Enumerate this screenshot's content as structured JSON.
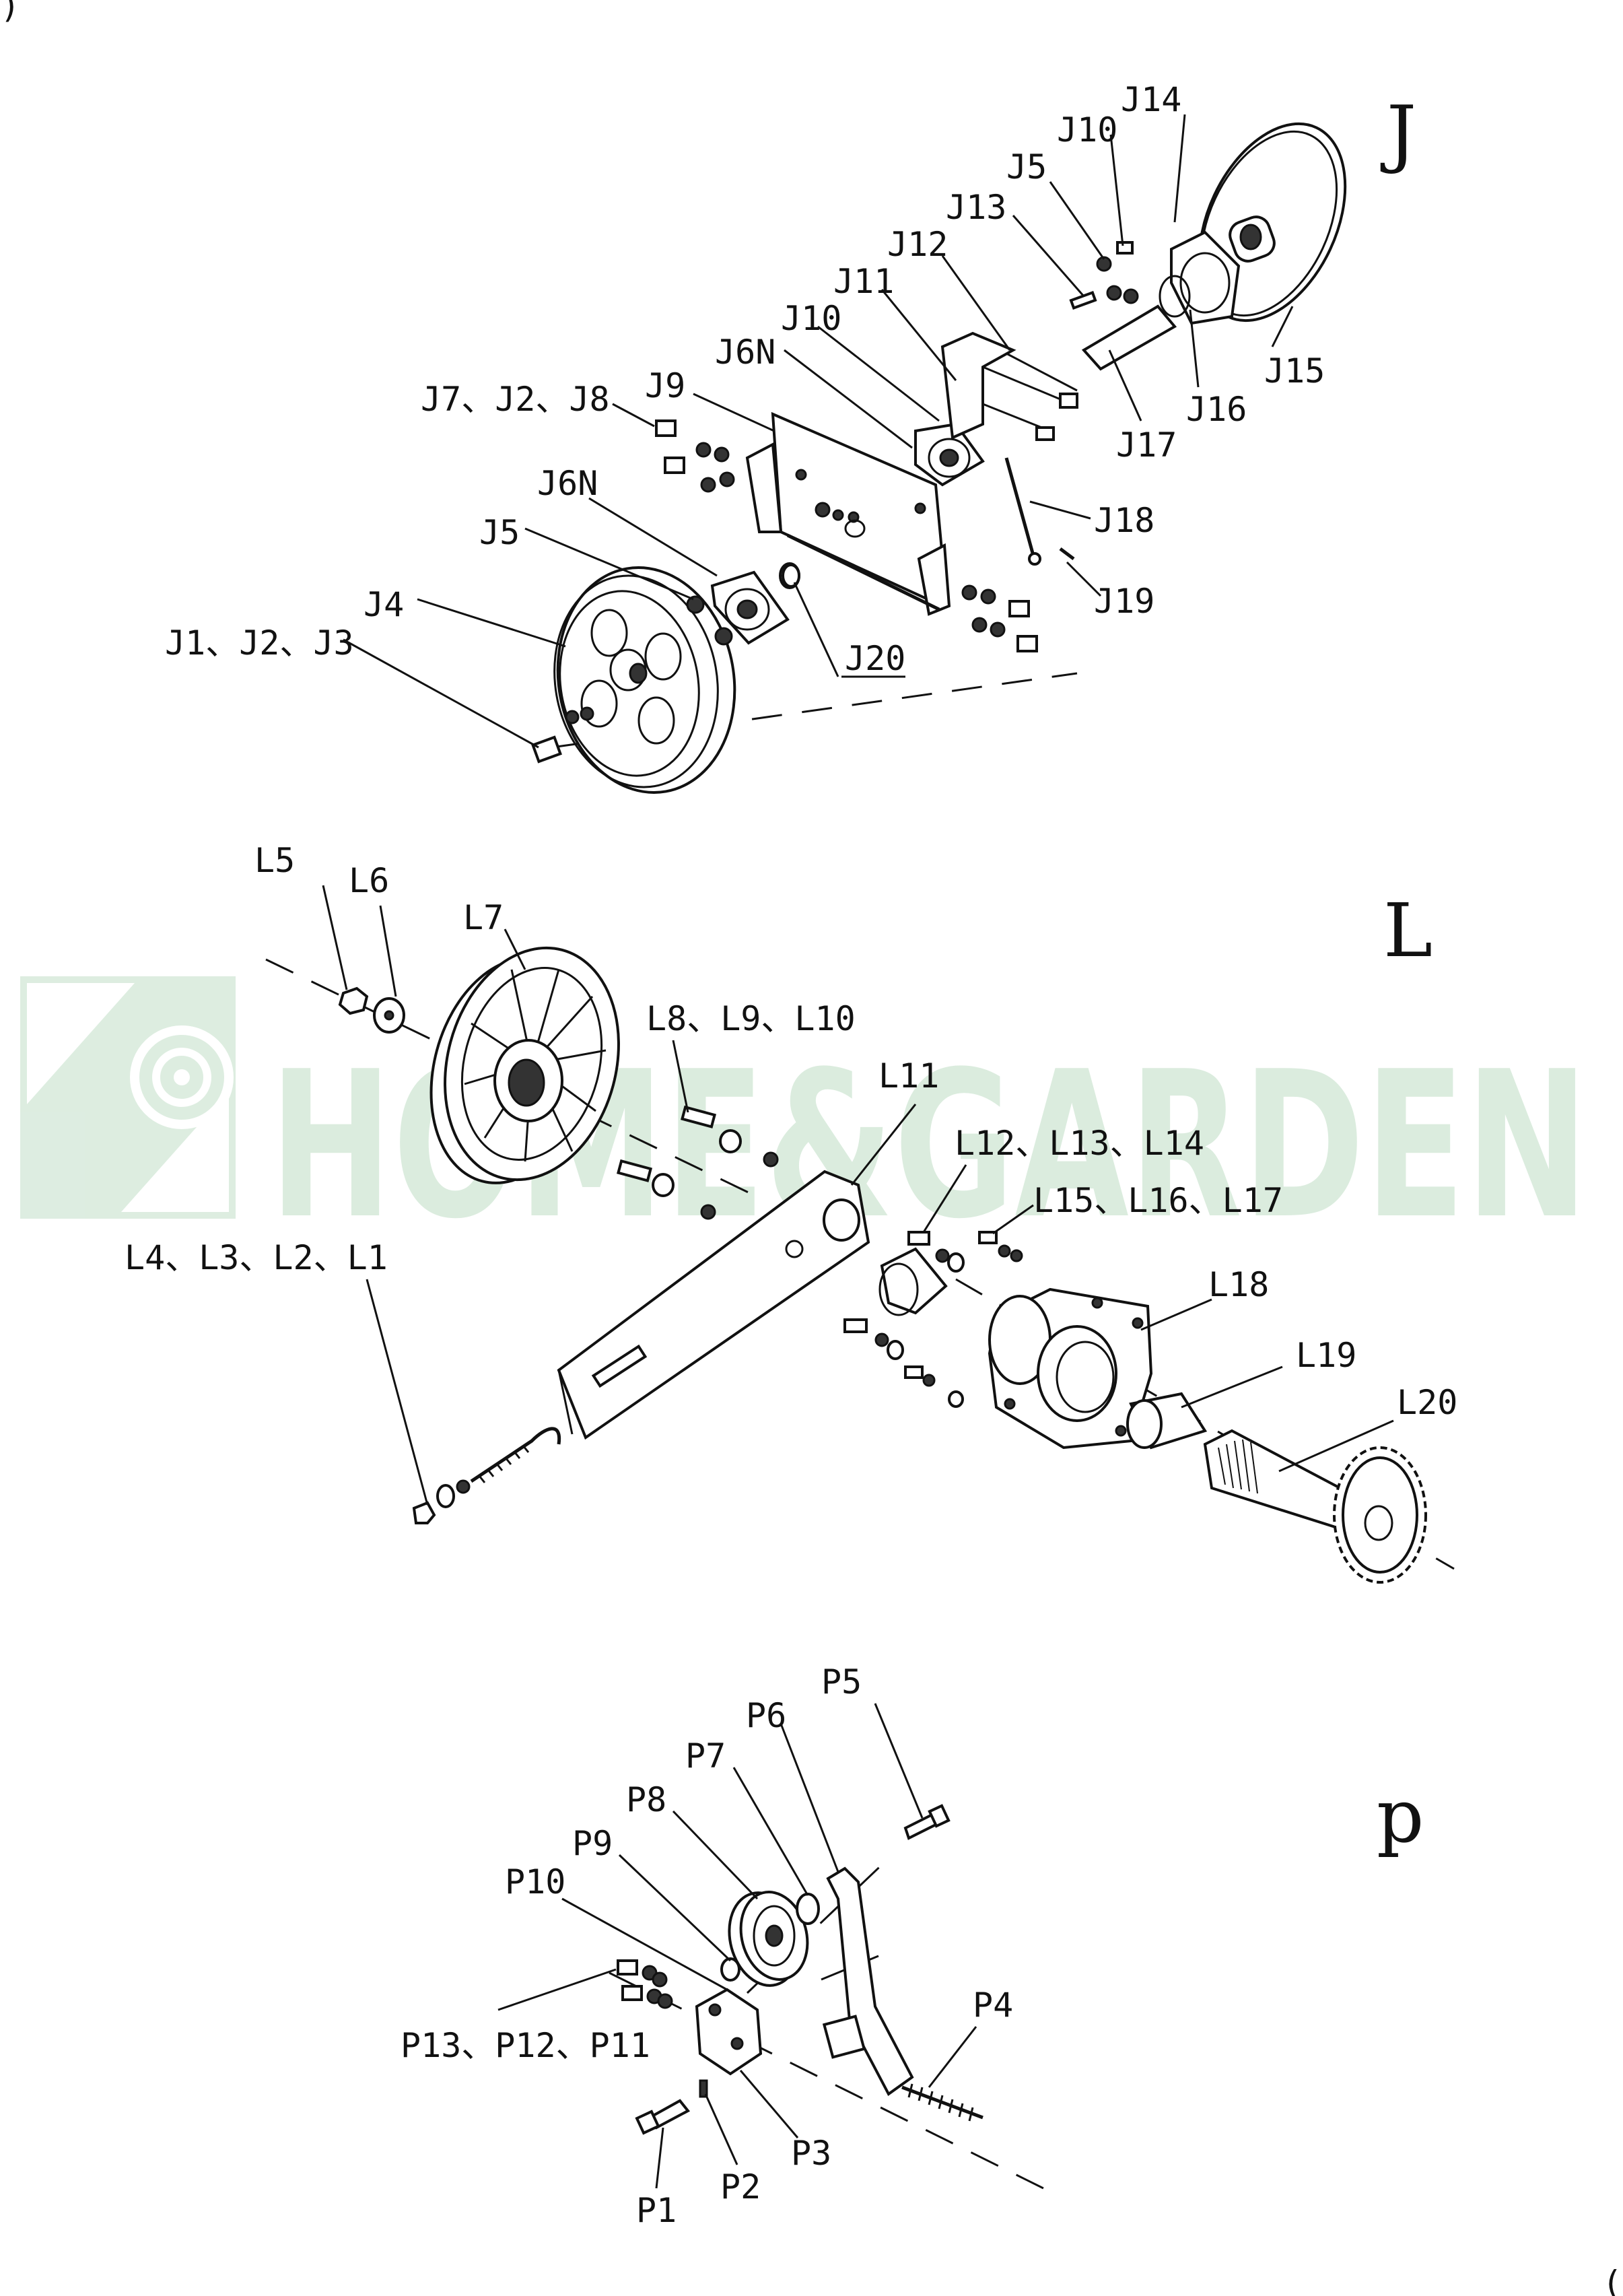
{
  "watermark": {
    "text": "HOME&GARDEN",
    "color": "#cfe6d4"
  },
  "sections": [
    {
      "id": "J",
      "letter": "J",
      "labels": [
        "J14",
        "J10",
        "J5",
        "J13",
        "J12",
        "J11",
        "J10",
        "J6N",
        "J9",
        "J7、J2、J8",
        "J6N",
        "J5",
        "J4",
        "J1、J2、J3",
        "J15",
        "J16",
        "J17",
        "J18",
        "J19",
        "J20"
      ]
    },
    {
      "id": "L",
      "letter": "L",
      "labels": [
        "L5",
        "L6",
        "L7",
        "L8、L9、L10",
        "L11",
        "L12、L13、L14",
        "L15、L16、L17",
        "L4、L3、L2、L1",
        "L18",
        "L19",
        "L20"
      ]
    },
    {
      "id": "P",
      "letter": "p",
      "labels": [
        "P5",
        "P6",
        "P7",
        "P8",
        "P9",
        "P10",
        "P13、P12、P11",
        "P4",
        "P1",
        "P2",
        "P3"
      ]
    }
  ],
  "corner_marks": {
    "top_left": ")",
    "bottom_right": "("
  }
}
